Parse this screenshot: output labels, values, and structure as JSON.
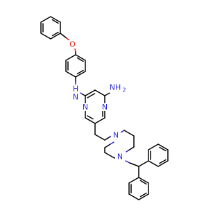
{
  "molecule": {
    "atoms": {
      "o": {
        "symbol": "O",
        "color": "#e0221a"
      },
      "nh": {
        "symbol": "N",
        "h_text": "H",
        "color": "#2a2ad8"
      },
      "nh2": {
        "symbol": "NH",
        "subscript": "2",
        "color": "#2a2ad8"
      },
      "n_ring_left": {
        "symbol": "N",
        "color": "#2a2ad8"
      },
      "n_ring_right": {
        "symbol": "N",
        "color": "#2a2ad8"
      },
      "n_ring_bottom": {
        "symbol": "N",
        "color": "#2a2ad8"
      },
      "n_piperazine_top": {
        "symbol": "N",
        "color": "#2a2ad8"
      },
      "n_piperazine_bottom": {
        "symbol": "N",
        "color": "#2a2ad8"
      }
    }
  }
}
